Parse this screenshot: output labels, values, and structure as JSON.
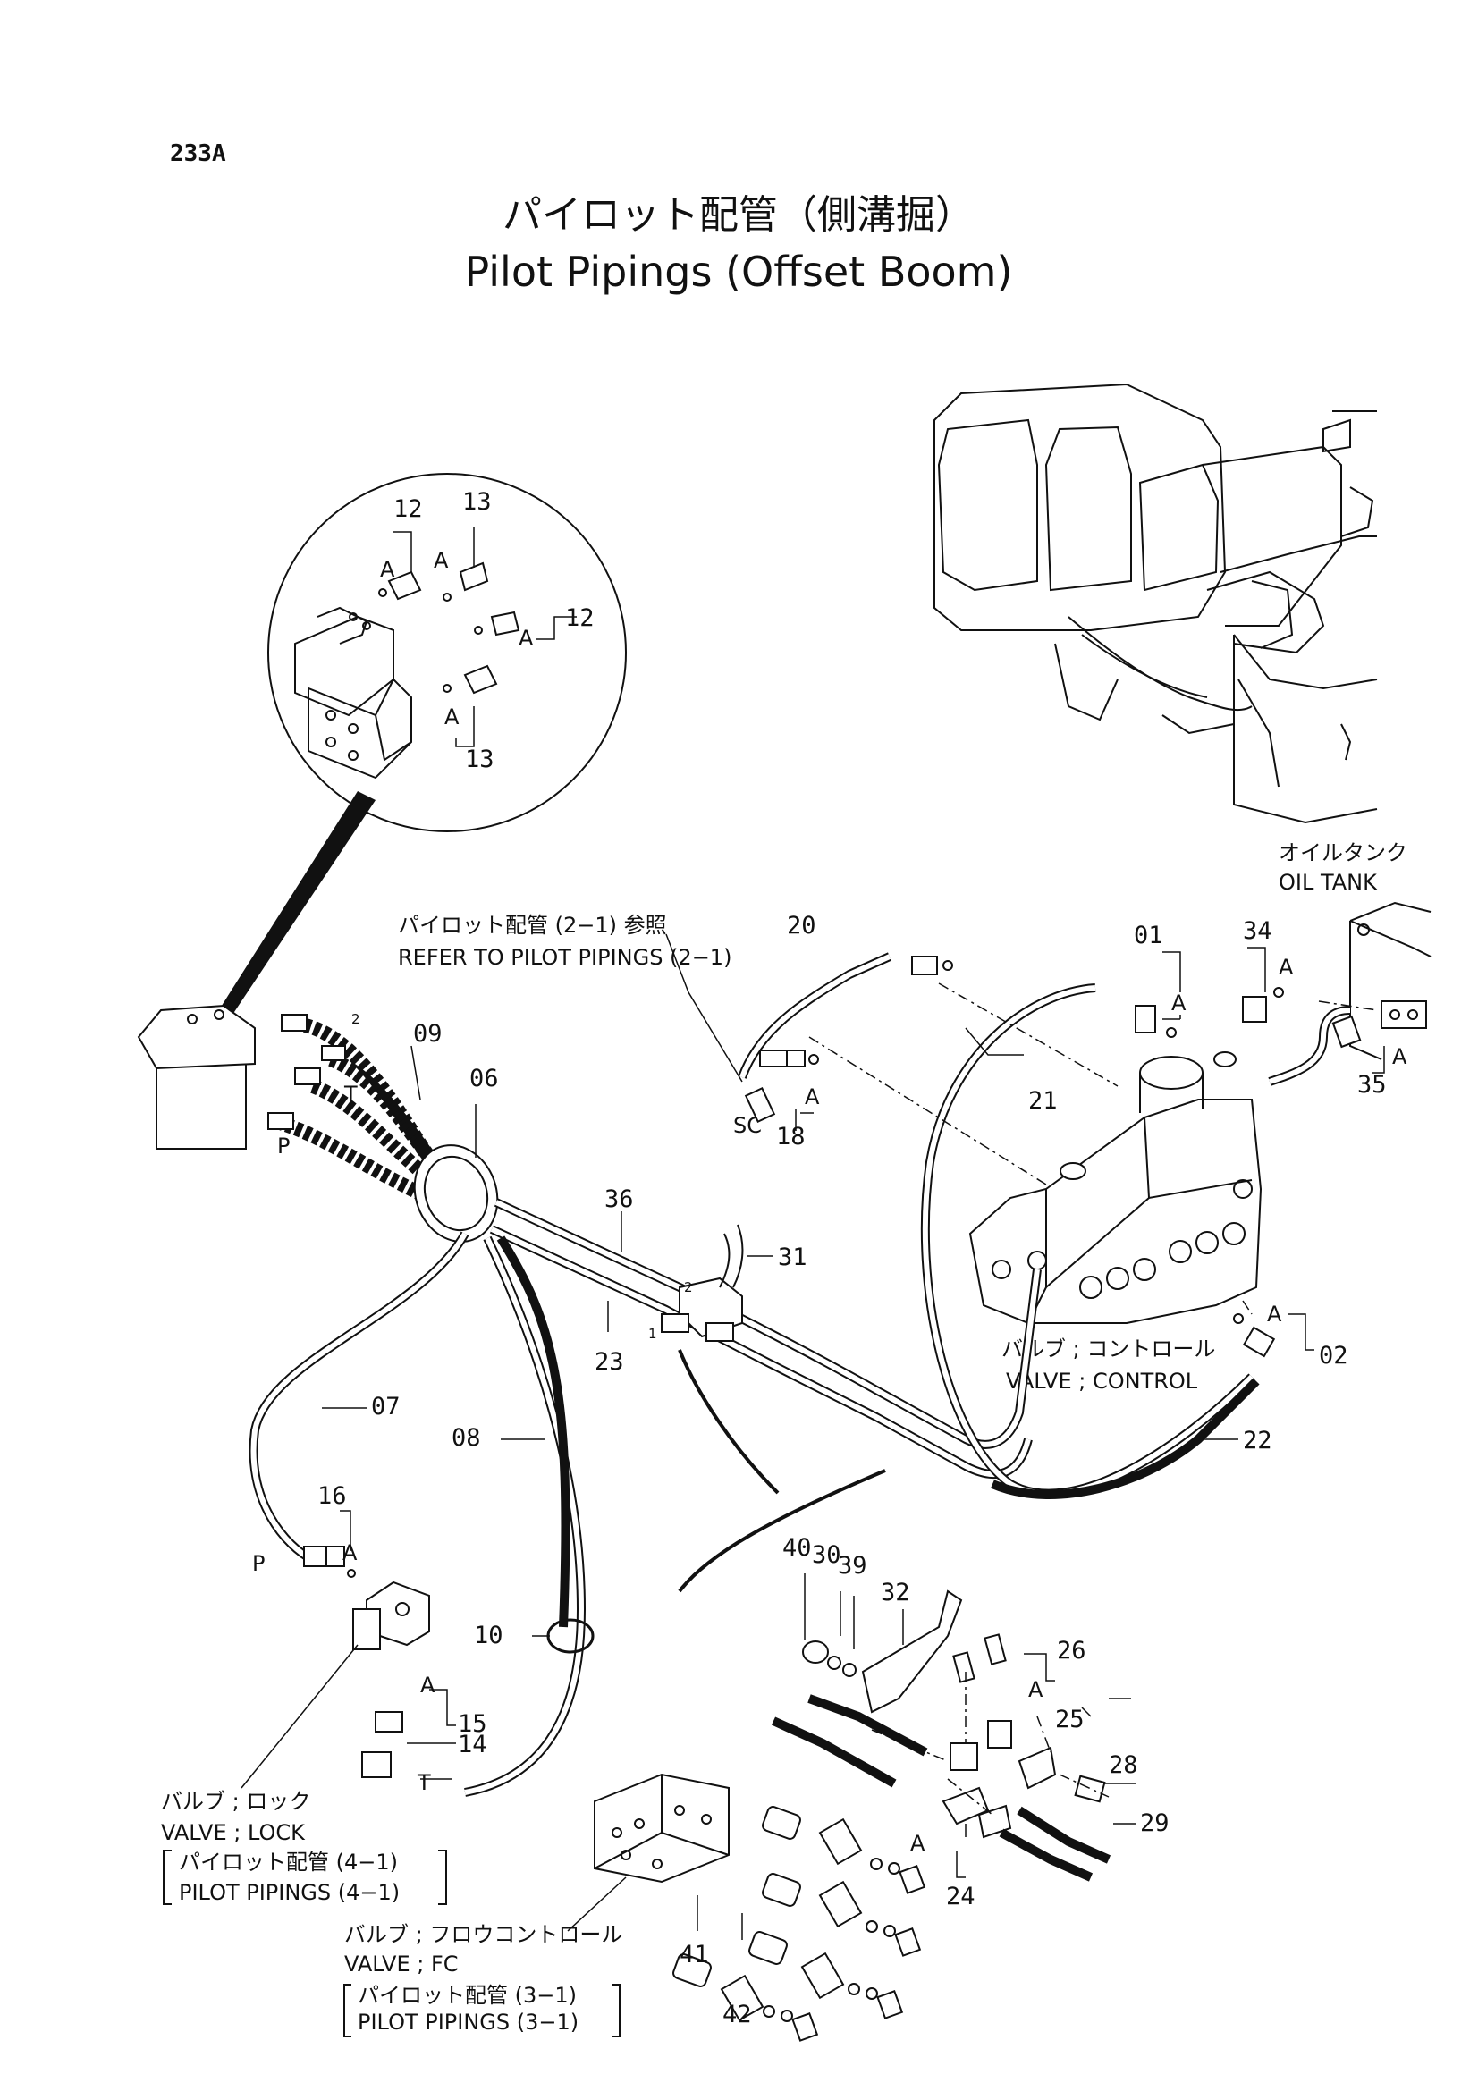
{
  "page_number": "233A",
  "title_jp": "パイロット配管（側溝掘）",
  "title_en": "Pilot Pipings (Offset Boom)",
  "labels": {
    "oil_tank_jp": "オイルタンク",
    "oil_tank_en": "OIL TANK",
    "refer_jp": "パイロット配管 (2−1) 参照",
    "refer_en": "REFER TO PILOT PIPINGS (2−1)",
    "valve_control_jp": "バルブ ; コントロール",
    "valve_control_en": "VALVE ; CONTROL",
    "valve_lock_jp": "バルブ ; ロック",
    "valve_lock_en": "VALVE ; LOCK",
    "lock_ref_jp": "パイロット配管 (4−1)",
    "lock_ref_en": "PILOT PIPINGS (4−1)",
    "valve_fc_jp": "バルブ ; フロウコントロール",
    "valve_fc_en": "VALVE ; FC",
    "fc_ref_jp": "パイロット配管 (3−1)",
    "fc_ref_en": "PILOT PIPINGS (3−1)",
    "sc": "SC",
    "p": "P",
    "t": "T",
    "port_1": "1",
    "port_2": "2",
    "a": "A"
  },
  "part_numbers": [
    "01",
    "02",
    "06",
    "07",
    "08",
    "09",
    "10",
    "12",
    "13",
    "14",
    "15",
    "16",
    "18",
    "20",
    "21",
    "22",
    "23",
    "24",
    "25",
    "26",
    "28",
    "29",
    "30",
    "31",
    "32",
    "34",
    "35",
    "36",
    "39",
    "40",
    "41",
    "42"
  ]
}
